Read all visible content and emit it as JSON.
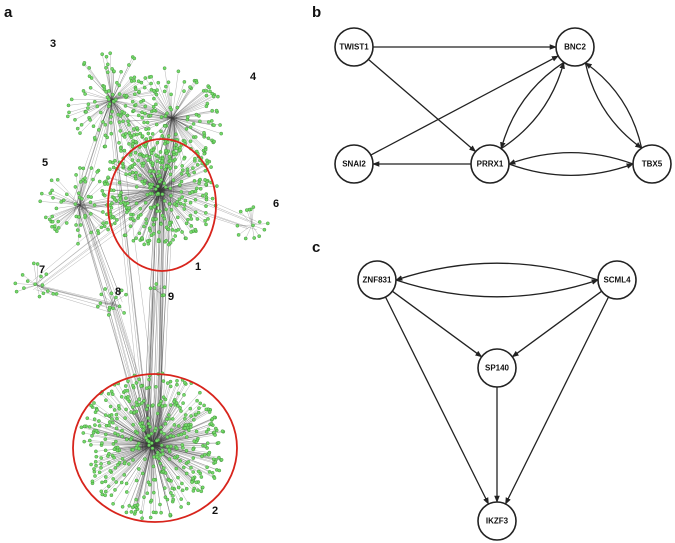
{
  "panels": {
    "a": {
      "label": "a",
      "clusters": [
        {
          "label": "1",
          "n": 320,
          "r": 58,
          "highlight": true
        },
        {
          "label": "2",
          "n": 420,
          "r": 74,
          "highlight": true
        },
        {
          "label": "3",
          "n": 110,
          "r": 48,
          "highlight": false
        },
        {
          "label": "4",
          "n": 130,
          "r": 52,
          "highlight": false
        },
        {
          "label": "5",
          "n": 70,
          "r": 40,
          "highlight": false
        },
        {
          "label": "6",
          "n": 14,
          "r": 18,
          "highlight": false
        },
        {
          "label": "7",
          "n": 16,
          "r": 22,
          "highlight": false
        },
        {
          "label": "8",
          "n": 14,
          "r": 16,
          "highlight": false
        },
        {
          "label": "9",
          "n": 6,
          "r": 10,
          "highlight": false
        }
      ]
    },
    "b": {
      "label": "b",
      "nodes": [
        "TWIST1",
        "BNC2",
        "SNAI2",
        "PRRX1",
        "TBX5"
      ],
      "edges": [
        {
          "from": "TWIST1",
          "to": "BNC2"
        },
        {
          "from": "TWIST1",
          "to": "PRRX1"
        },
        {
          "from": "SNAI2",
          "to": "BNC2"
        },
        {
          "from": "PRRX1",
          "to": "SNAI2"
        },
        {
          "from": "PRRX1",
          "to": "BNC2"
        },
        {
          "from": "BNC2",
          "to": "PRRX1"
        },
        {
          "from": "PRRX1",
          "to": "TBX5"
        },
        {
          "from": "TBX5",
          "to": "PRRX1"
        },
        {
          "from": "BNC2",
          "to": "TBX5"
        },
        {
          "from": "TBX5",
          "to": "BNC2"
        }
      ]
    },
    "c": {
      "label": "c",
      "nodes": [
        "ZNF831",
        "SCML4",
        "SP140",
        "IKZF3"
      ],
      "edges": [
        {
          "from": "ZNF831",
          "to": "SCML4"
        },
        {
          "from": "SCML4",
          "to": "ZNF831"
        },
        {
          "from": "ZNF831",
          "to": "SP140"
        },
        {
          "from": "SCML4",
          "to": "SP140"
        },
        {
          "from": "ZNF831",
          "to": "IKZF3"
        },
        {
          "from": "SCML4",
          "to": "IKZF3"
        },
        {
          "from": "SP140",
          "to": "IKZF3"
        }
      ]
    }
  }
}
